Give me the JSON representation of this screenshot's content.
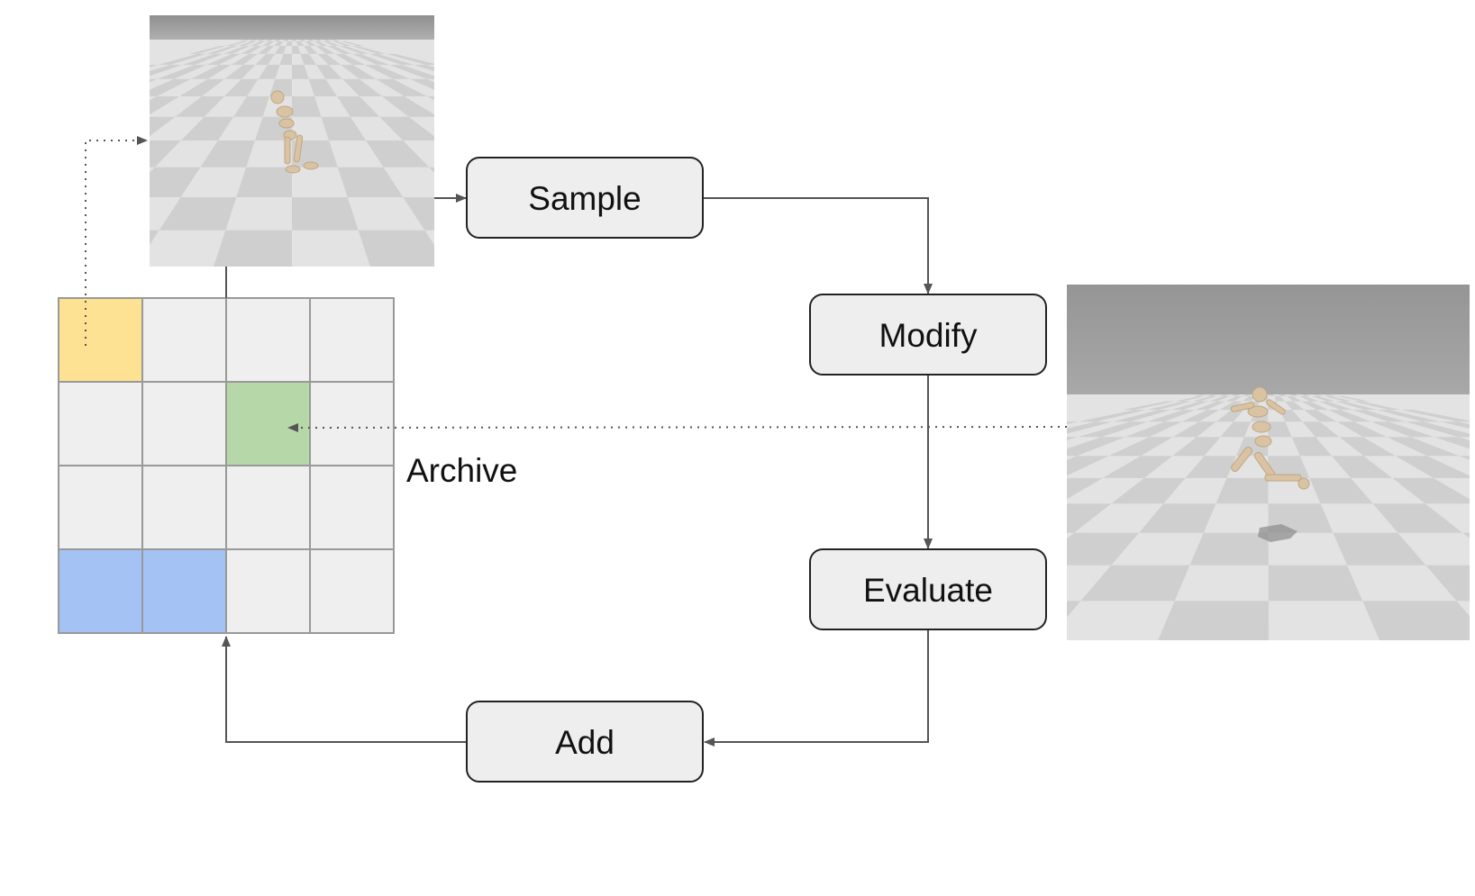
{
  "diagram": {
    "nodes": {
      "sample": "Sample",
      "modify": "Modify",
      "evaluate": "Evaluate",
      "add": "Add"
    },
    "archive": {
      "label": "Archive",
      "rows": 4,
      "cols": 4,
      "highlighted_cells": [
        {
          "row": 0,
          "col": 0,
          "color": "#fde293"
        },
        {
          "row": 1,
          "col": 2,
          "color": "#b6d7a8"
        },
        {
          "row": 3,
          "col": 0,
          "color": "#a4c2f4"
        },
        {
          "row": 3,
          "col": 1,
          "color": "#a4c2f4"
        }
      ]
    },
    "colors": {
      "node_fill": "#eeeeee",
      "cell_fill": "#efefef",
      "grid_line": "#999999",
      "arrow": "#555555",
      "sky": "#999999",
      "floor_light": "#e4e4e4",
      "floor_dark": "#cfcfcf",
      "figure": "#d9c3a3"
    },
    "images": [
      {
        "name": "sampled-humanoid-render",
        "depicts": "humanoid robot crouching on checkered floor"
      },
      {
        "name": "evaluated-humanoid-render",
        "depicts": "humanoid robot running on checkered floor"
      }
    ]
  }
}
